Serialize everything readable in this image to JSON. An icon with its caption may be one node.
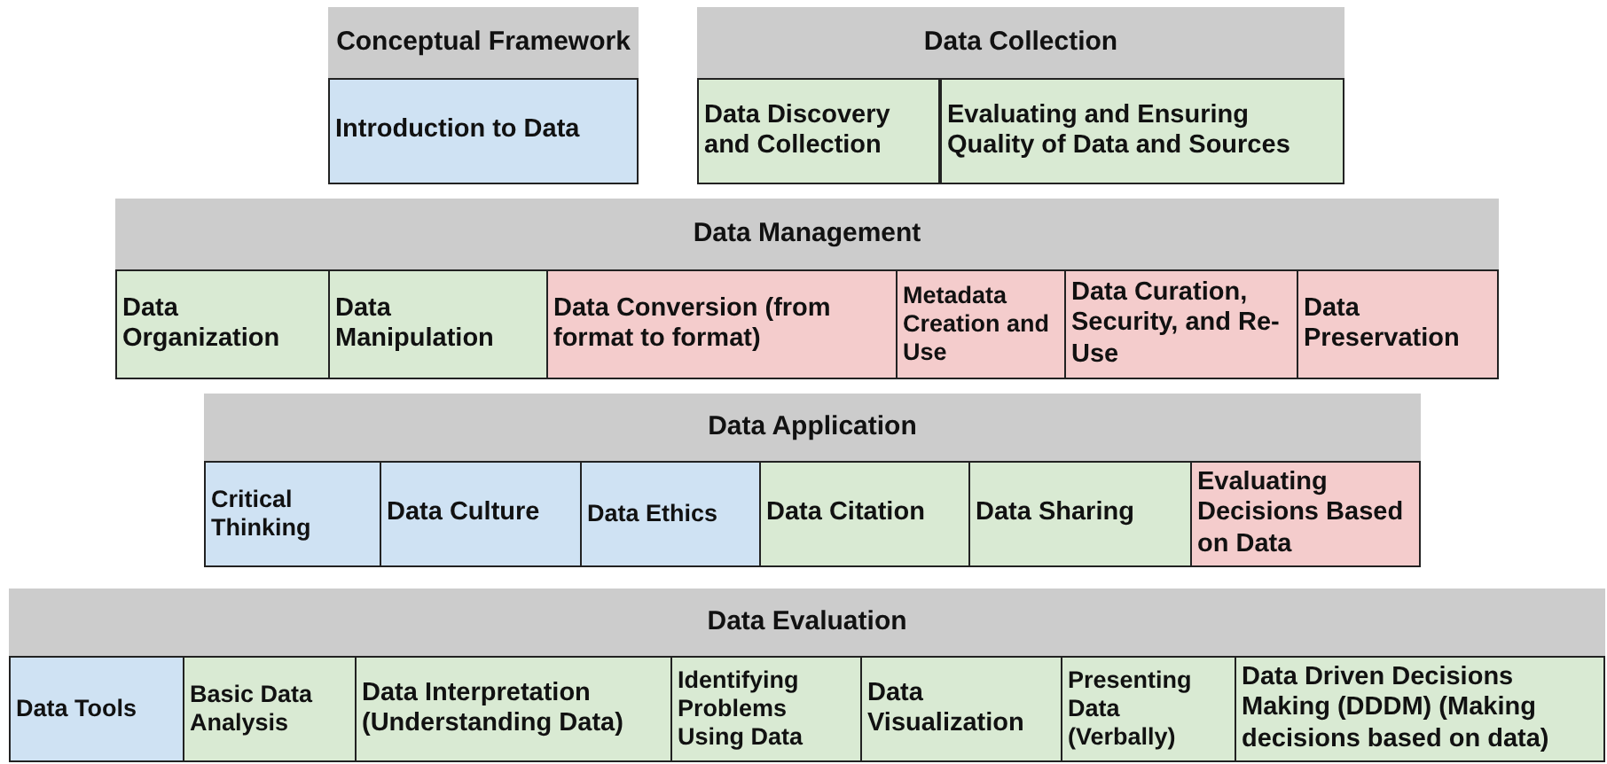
{
  "diagram": {
    "nodes": [
      {
        "text": [
          "Conceptual Framework"
        ]
      },
      {
        "text": [
          "Data Collection"
        ]
      },
      {
        "text": [
          "Introduction to Data"
        ]
      },
      {
        "text": [
          "Data Discovery and Collection"
        ]
      },
      {
        "text": [
          "Evaluating and Ensuring Quality of Data and Sources"
        ]
      },
      {
        "text": [
          "Data Management"
        ]
      },
      {
        "text": [
          "Data Organization"
        ]
      },
      {
        "text": [
          "Data Manipulation"
        ]
      },
      {
        "text": [
          "Data Conversion (from format to format)"
        ]
      },
      {
        "text": [
          "Metadata Creation and Use"
        ]
      },
      {
        "text": [
          "Data Curation, Security, and Re-Use"
        ]
      },
      {
        "text": [
          "Data Preservation"
        ]
      },
      {
        "text": [
          "Data Application"
        ]
      },
      {
        "text": [
          "Critical Thinking"
        ]
      },
      {
        "text": [
          "Data Culture"
        ]
      },
      {
        "text": [
          "Data Ethics"
        ]
      },
      {
        "text": [
          "Data Citation"
        ]
      },
      {
        "text": [
          "Data Sharing"
        ]
      },
      {
        "text": [
          "Evaluating Decisions Based on Data"
        ]
      },
      {
        "text": [
          "Data Evaluation"
        ]
      },
      {
        "text": [
          "Data Tools"
        ]
      },
      {
        "text": [
          "Basic Data Analysis"
        ]
      },
      {
        "text": [
          "Data Interpretation (Understanding Data)"
        ]
      },
      {
        "text": [
          "Identifying Problems Using Data"
        ]
      },
      {
        "text": [
          "Data Visualization"
        ]
      },
      {
        "text": [
          "Presenting Data (Verbally)"
        ]
      },
      {
        "text": [
          "Data Driven Decisions Making (DDDM) (Making decisions based on data)"
        ]
      }
    ]
  }
}
